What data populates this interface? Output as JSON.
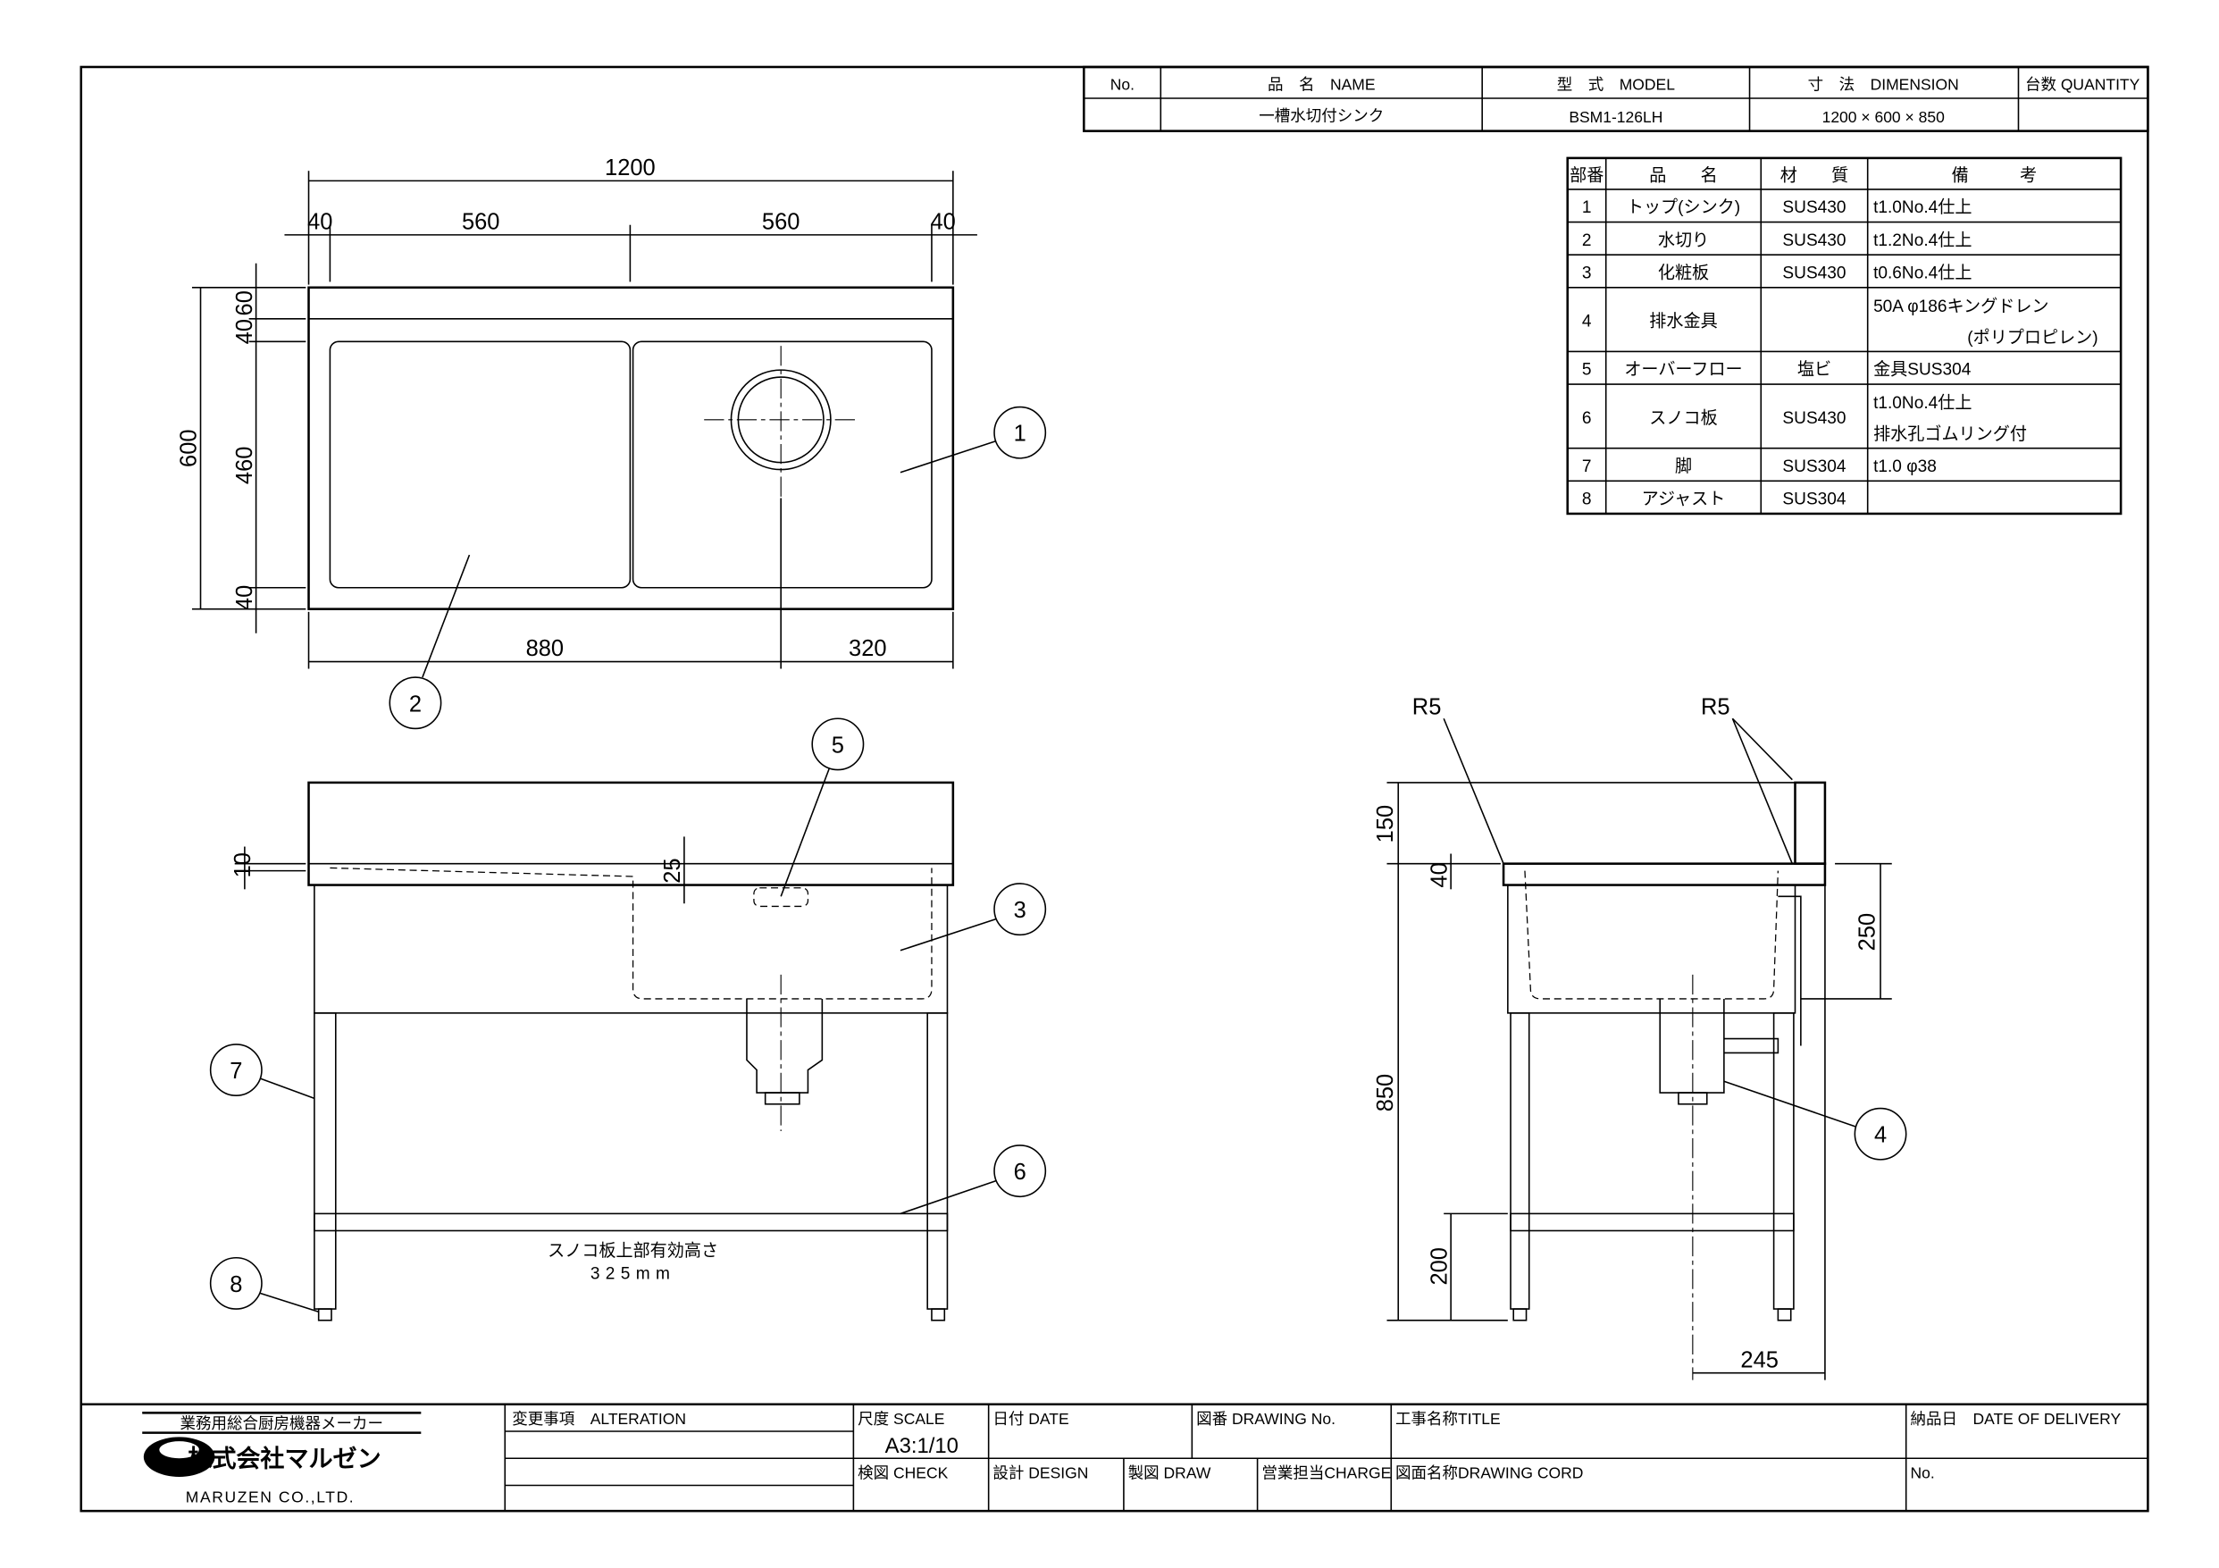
{
  "header_table": {
    "columns": [
      "No.",
      "品　名　NAME",
      "型　式　MODEL",
      "寸　法　DIMENSION",
      "台数 QUANTITY"
    ],
    "row": {
      "no": "",
      "name": "一槽水切付シンク",
      "model": "BSM1-126LH",
      "dimension": "1200 × 600 × 850",
      "quantity": ""
    }
  },
  "parts_table": {
    "columns": [
      "部番",
      "品　　名",
      "材　　質",
      "備　　　考"
    ],
    "rows": [
      {
        "no": "1",
        "name": "トップ(シンク)",
        "material": "SUS430",
        "note": "t1.0No.4仕上",
        "note2": ""
      },
      {
        "no": "2",
        "name": "水切り",
        "material": "SUS430",
        "note": "t1.2No.4仕上",
        "note2": ""
      },
      {
        "no": "3",
        "name": "化粧板",
        "material": "SUS430",
        "note": "t0.6No.4仕上",
        "note2": ""
      },
      {
        "no": "4",
        "name": "排水金具",
        "material": "",
        "note": "50A φ186キングドレン",
        "note2": "(ポリプロピレン)"
      },
      {
        "no": "5",
        "name": "オーバーフロー",
        "material": "塩ビ",
        "note": "金具SUS304",
        "note2": ""
      },
      {
        "no": "6",
        "name": "スノコ板",
        "material": "SUS430",
        "note": "t1.0No.4仕上",
        "note2": "排水孔ゴムリング付"
      },
      {
        "no": "7",
        "name": "脚",
        "material": "SUS304",
        "note": "t1.0 φ38",
        "note2": ""
      },
      {
        "no": "8",
        "name": "アジャスト",
        "material": "SUS304",
        "note": "",
        "note2": ""
      }
    ]
  },
  "top_view": {
    "dims": {
      "overall": "1200",
      "left_margin": "40",
      "left_width": "560",
      "right_width": "560",
      "right_margin": "40",
      "depth": "600",
      "back": "60",
      "back2": "40",
      "inner": "460",
      "front": "40",
      "drain_x": "880",
      "drain_right": "320"
    },
    "balloons": [
      "1",
      "2"
    ]
  },
  "front_view": {
    "dims": {
      "rim": "10",
      "overflow": "25"
    },
    "note_line1": "スノコ板上部有効高さ",
    "note_line2": "325mm",
    "balloons": [
      "5",
      "3",
      "7",
      "6",
      "8"
    ]
  },
  "side_view": {
    "dims": {
      "backsplash": "150",
      "rim": "40",
      "height": "850",
      "shelf": "200",
      "bowl_depth": "250",
      "drain_offset": "245"
    },
    "radius_left": "R5",
    "radius_right": "R5",
    "balloons": [
      "4"
    ]
  },
  "title_block": {
    "maker_tagline": "業務用総合厨房機器メーカー",
    "company_jp": "株式会社マルゼン",
    "company_en": "MARUZEN CO.,LTD.",
    "alteration": "変更事項　ALTERATION",
    "scale_label": "尺度 SCALE",
    "scale_value": "A3:1/10",
    "date": "日付 DATE",
    "drawing_no": "図番 DRAWING No.",
    "title": "工事名称TITLE",
    "delivery": "納品日　DATE OF DELIVERY",
    "check": "検図 CHECK",
    "design": "設計 DESIGN",
    "draw": "製図 DRAW",
    "charge": "営業担当CHARGE",
    "drawing_cord": "図面名称DRAWING CORD",
    "no": "No."
  }
}
